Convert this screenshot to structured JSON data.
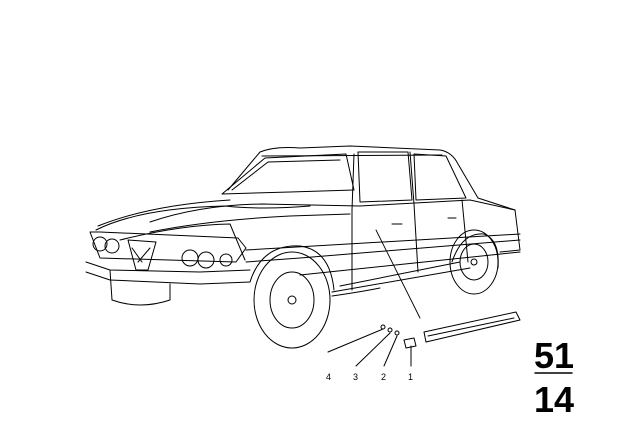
{
  "callouts": [
    "4",
    "3",
    "2",
    "1"
  ],
  "group_code": {
    "main": "51",
    "sub": "14"
  },
  "colors": {
    "line": "#000000",
    "background": "#ffffff"
  }
}
